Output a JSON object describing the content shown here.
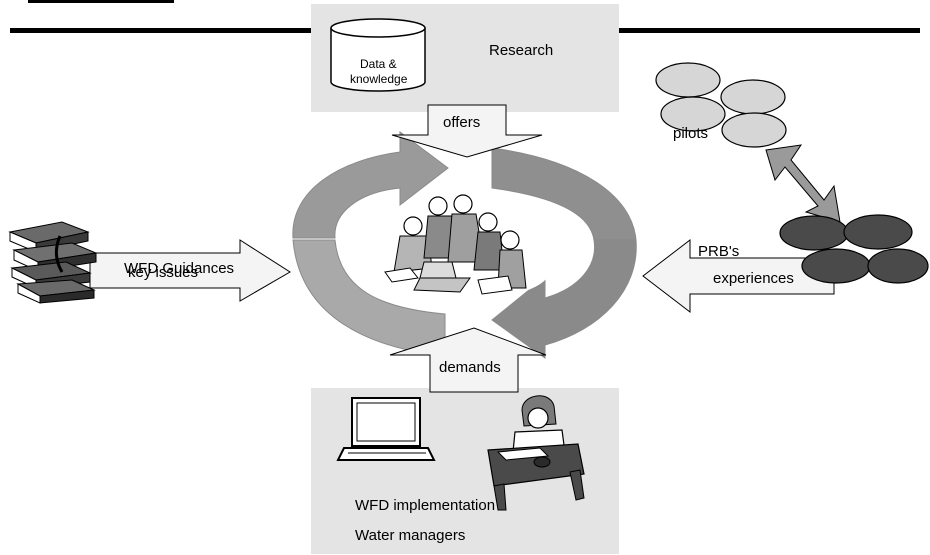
{
  "research": {
    "cylinder_label_line1": "Data &",
    "cylinder_label_line2": "knowledge",
    "title": "Research"
  },
  "arrows": {
    "offers": "offers",
    "demands": "demands",
    "wfd_guidances": "WFD Guidances",
    "key_issues": "key issues",
    "prbs": "PRB's",
    "experiences": "experiences"
  },
  "pilots": {
    "label": "pilots"
  },
  "managers": {
    "line1": "WFD implementation",
    "line2": "Water managers"
  },
  "colors": {
    "panel_gray": "#e4e4e4",
    "cycle_gray": "#8a8a8a",
    "cycle_gray_light": "#a9a9a9",
    "pilot_light": "#d6d6d6",
    "prb_dark": "#4a4a4a",
    "arrow_fill": "#f4f4f4"
  }
}
